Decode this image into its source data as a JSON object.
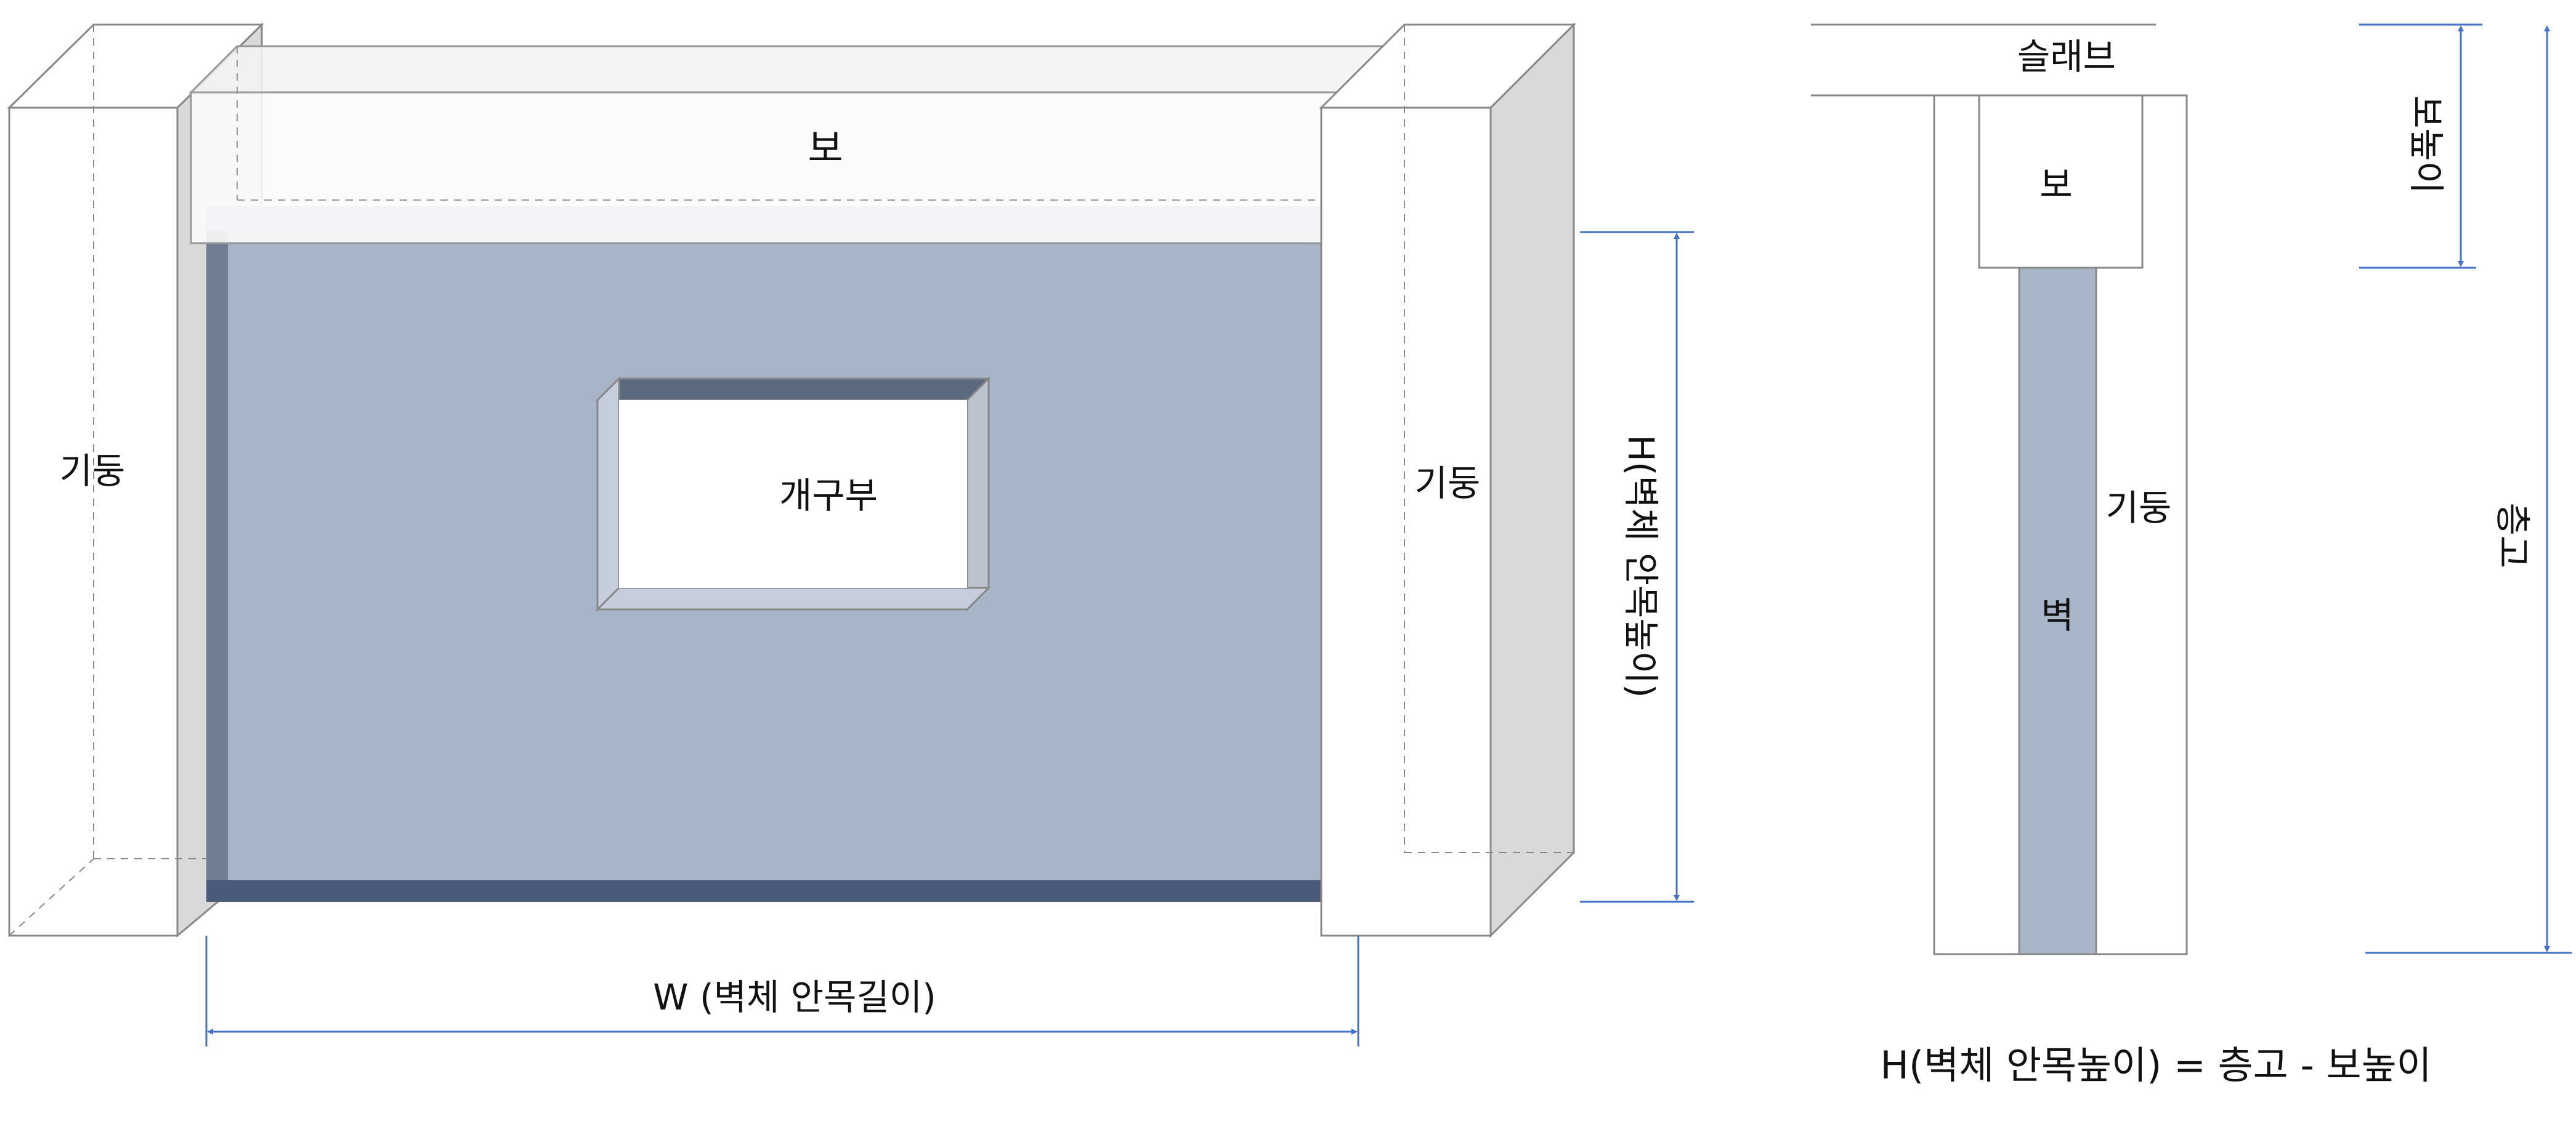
{
  "labels": {
    "beam": "보",
    "left_column": "기둥",
    "right_column": "기둥",
    "opening": "개구부",
    "height_dim": "H(벽체 안목높이)",
    "width_dim": "W (벽체 안목길이)",
    "slab": "슬래브",
    "section_beam": "보",
    "section_wall": "벽",
    "section_column": "기둥",
    "beam_height_dim": "보높이",
    "story_height_dim": "층고",
    "formula": "H(벽체 안목높이) = 층고 - 보높이"
  },
  "colors": {
    "wall_face": "#a8b4c7",
    "wall_dark_edge": "#4a5a7a",
    "wall_left_edge": "#707d92",
    "column_side": "#d9d9d9",
    "beam_highlight": "#9fb4e0",
    "dimension_line": "#4472c4",
    "outline": "#888888"
  }
}
